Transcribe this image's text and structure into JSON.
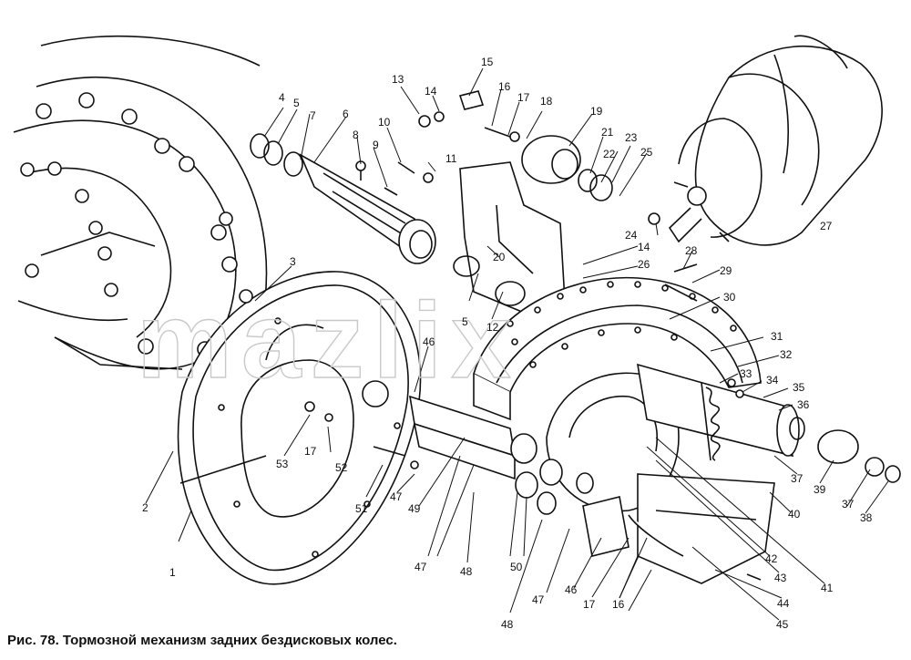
{
  "caption": "Рис. 78. Тормозной механизм задних бездисковых колес.",
  "watermark": "mazlix",
  "labels": {
    "l1": "1",
    "l2": "2",
    "l3": "3",
    "l4": "4",
    "l5a": "5",
    "l5b": "5",
    "l6": "6",
    "l7": "7",
    "l8": "8",
    "l9": "9",
    "l10": "10",
    "l11": "11",
    "l12": "12",
    "l13": "13",
    "l14a": "14",
    "l14b": "14",
    "l15": "15",
    "l16a": "16",
    "l16b": "16",
    "l17a": "17",
    "l17b": "17",
    "l17c": "17",
    "l18": "18",
    "l19": "19",
    "l20": "20",
    "l21": "21",
    "l22": "22",
    "l23": "23",
    "l24": "24",
    "l25": "25",
    "l26": "26",
    "l27": "27",
    "l28": "28",
    "l29": "29",
    "l30": "30",
    "l31": "31",
    "l32": "32",
    "l33": "33",
    "l34": "34",
    "l35": "35",
    "l36": "36",
    "l37a": "37",
    "l37b": "37",
    "l38": "38",
    "l39": "39",
    "l40": "40",
    "l41": "41",
    "l42": "42",
    "l43": "43",
    "l44": "44",
    "l45": "45",
    "l46a": "46",
    "l46b": "46",
    "l47a": "47",
    "l47b": "47",
    "l47c": "47",
    "l48a": "48",
    "l48b": "48",
    "l49": "49",
    "l50": "50",
    "l51": "51",
    "l52": "52",
    "l53": "53"
  }
}
